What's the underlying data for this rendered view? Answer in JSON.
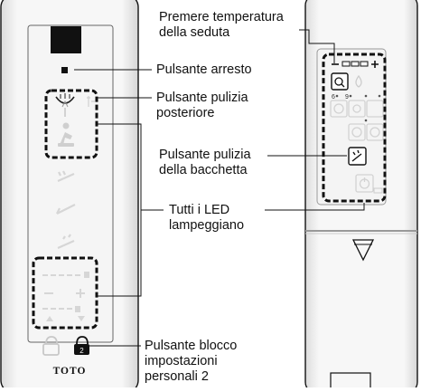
{
  "callouts": {
    "seat_temp": [
      "Premere temperatura",
      "della seduta"
    ],
    "stop": [
      "Pulsante arresto"
    ],
    "rear_wash": [
      "Pulsante pulizia",
      "posteriore"
    ],
    "wand_clean": [
      "Pulsante pulizia",
      "della bacchetta"
    ],
    "leds": [
      "Tutti i LED",
      "lampeggiano"
    ],
    "lock": [
      "Pulsante blocco",
      "impostazioni",
      "personali 2"
    ]
  },
  "brand": "TOTO",
  "small_labels": {
    "timer_left": "6",
    "timer_right": "9"
  },
  "icons": {
    "stop_icon": "square",
    "rear_wash_icon": "spray-nozzle",
    "bidet_icon": "seated-person",
    "wand_clean_icon": "wand-spray",
    "lock_icon": "padlock-person",
    "triangle_icon": "down-triangle"
  },
  "colors": {
    "outline": "#111111",
    "remote_body": "#f2f2f2",
    "faded_icon": "#d3d3d3"
  }
}
